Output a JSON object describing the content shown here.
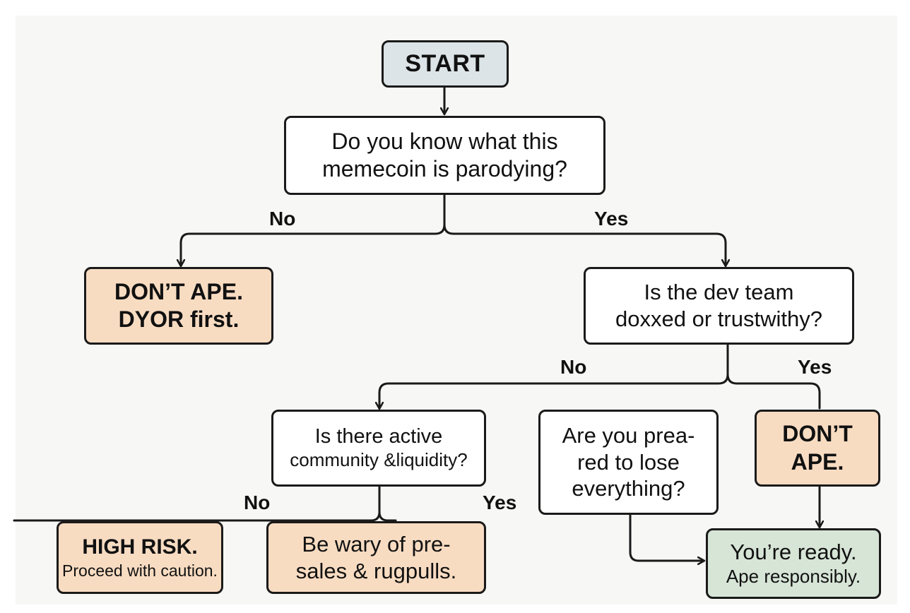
{
  "nodes": {
    "start": {
      "text": "START"
    },
    "q_parody": {
      "line1": "Do you know what this",
      "line2": "memecoin is parodying?"
    },
    "dont_ape_dyor": {
      "line1": "DON’T APE.",
      "line2": "DYOR first."
    },
    "q_dev_team": {
      "line1": "Is the dev team",
      "line2": "doxxed or trustwithy?"
    },
    "q_community": {
      "line1": "Is there active",
      "line2": "community &liquidity?"
    },
    "q_prepared": {
      "line1": "Are you prea-",
      "line2": "red to lose",
      "line3": "everything?"
    },
    "dont_ape": {
      "line1": "DON’T",
      "line2": "APE."
    },
    "high_risk": {
      "line1": "HIGH RISK.",
      "line2": "Proceed with caution."
    },
    "be_wary": {
      "line1": "Be wary of pre-",
      "line2": "sales & rugpulls."
    },
    "ready": {
      "line1": "You’re ready.",
      "line2": "Ape responsibly."
    }
  },
  "edge_labels": {
    "parody_no": "No",
    "parody_yes": "Yes",
    "dev_no": "No",
    "dev_yes": "Yes",
    "community_no": "No",
    "community_yes": "Yes"
  },
  "colors": {
    "start_fill": "#dce4e7",
    "question_fill": "#ffffff",
    "warning_fill": "#f8dcc2",
    "success_fill": "#d7e5d7",
    "stroke": "#1a1a1a",
    "background": "#f7f7f5"
  }
}
